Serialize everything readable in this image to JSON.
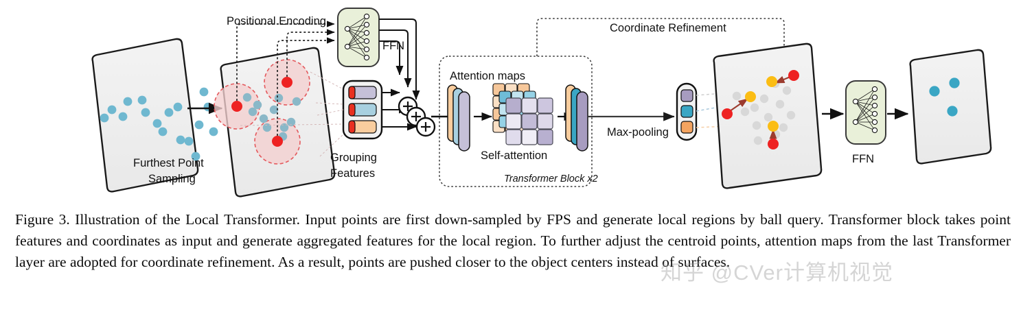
{
  "figure": {
    "caption": "Figure 3. Illustration of the Local Transformer.  Input points are first down-sampled by FPS and generate local regions by ball query. Transformer block takes point features and coordinates as input and generate aggregated features for the local region. To further adjust the centroid points, attention maps from the last Transformer layer are adopted for coordinate refinement. As a result, points are pushed closer to the object centers instead of surfaces.",
    "watermark": "知乎 @CVer计算机视觉"
  },
  "labels": {
    "positional_encoding": "Positional Encoding",
    "ffn_top": "FFN",
    "furthest_point_sampling_line1": "Furthest Point",
    "furthest_point_sampling_line2": "Sampling",
    "grouping_features_line1": "Grouping",
    "grouping_features_line2": "Features",
    "attention_maps": "Attention maps",
    "self_attention": "Self-attention",
    "transformer_block": "Transformer Block  x2",
    "max_pooling": "Max-pooling",
    "coordinate_refinement": "Coordinate Refinement",
    "ffn_bottom": "FFN"
  },
  "colors": {
    "point_blue": "#6fb8d0",
    "point_blue_dim": "#8ab8c8",
    "centroid_red": "#ee2222",
    "refined_yellow": "#fbbd14",
    "neutral_gray_point": "#d8d8d8",
    "ball_query_stroke": "#e4585c",
    "ball_query_fill": "#f4cfcf",
    "panel_fill": "#efefef",
    "panel_stroke": "#1a1a1a",
    "ffn_fill": "#e9f0d9",
    "ffn_stroke": "#3a3a3a",
    "feature_purple": "#c5c0d8",
    "feature_blue": "#a8d0e0",
    "feature_orange": "#f9cd9e",
    "feature_red_cap": "#e83020",
    "arrow_black": "#111111",
    "dashed_gray": "#555555",
    "move_arrow_red": "#9c3b2e"
  },
  "panels": {
    "input_points": {
      "name": "input-point-cloud",
      "points": [
        [
          152,
          172
        ],
        [
          163,
          161
        ],
        [
          178,
          168
        ],
        [
          185,
          150
        ],
        [
          206,
          145
        ],
        [
          211,
          162
        ],
        [
          228,
          179
        ],
        [
          235,
          190
        ],
        [
          244,
          163
        ],
        [
          258,
          157
        ],
        [
          263,
          203
        ],
        [
          274,
          205
        ],
        [
          285,
          227
        ],
        [
          289,
          180
        ],
        [
          296,
          133
        ],
        [
          302,
          154
        ],
        [
          311,
          190
        ]
      ]
    },
    "grouped_points": {
      "name": "grouped-point-cloud",
      "centroids": [
        [
          344,
          153
        ],
        [
          417,
          118
        ],
        [
          403,
          205
        ]
      ],
      "ball_radius": 33,
      "neighbors": [
        [
          359,
          139
        ],
        [
          366,
          159
        ],
        [
          373,
          182
        ],
        [
          379,
          166
        ],
        [
          386,
          200
        ],
        [
          399,
          180
        ],
        [
          406,
          143
        ],
        [
          412,
          132
        ],
        [
          415,
          197
        ],
        [
          422,
          172
        ],
        [
          389,
          155
        ],
        [
          358,
          173
        ]
      ]
    },
    "refinement": {
      "name": "coordinate-refinement-panel",
      "gray_points": [
        [
          1072,
          139
        ],
        [
          1086,
          162
        ],
        [
          1099,
          158
        ],
        [
          1101,
          183
        ],
        [
          1112,
          143
        ],
        [
          1118,
          170
        ],
        [
          1128,
          121
        ],
        [
          1134,
          152
        ],
        [
          1140,
          185
        ],
        [
          1145,
          131
        ],
        [
          1103,
          205
        ],
        [
          1076,
          152
        ],
        [
          1129,
          193
        ],
        [
          1151,
          167
        ]
      ],
      "moves": [
        {
          "from": [
            1066,
            160
          ],
          "to": [
            1093,
            141
          ]
        },
        {
          "from": [
            1152,
            110
          ],
          "to": [
            1124,
            120
          ]
        },
        {
          "from": [
            1126,
            208
          ],
          "to": [
            1126,
            184
          ]
        }
      ]
    },
    "output_points": {
      "name": "output-point-cloud",
      "points": [
        [
          1310,
          133
        ],
        [
          1338,
          120
        ],
        [
          1335,
          162
        ]
      ]
    }
  },
  "attention": {
    "grid_rows": 3,
    "grid_cols": 3,
    "front_cells": [
      [
        0.55,
        0.22,
        0.4
      ],
      [
        0.14,
        0.45,
        0.26
      ],
      [
        0.22,
        0.1,
        0.52
      ]
    ]
  }
}
